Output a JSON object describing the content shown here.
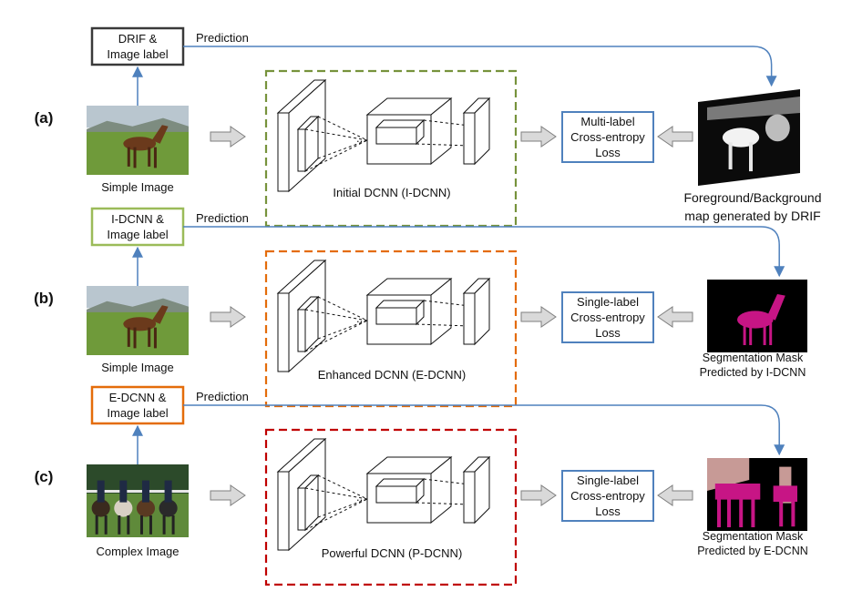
{
  "rows": [
    {
      "id": "a",
      "row_label": "(a)",
      "source_box": {
        "line1": "DRIF &",
        "line2": "Image label",
        "border_color": "#3a3a3a"
      },
      "prediction_label": "Prediction",
      "input_image_caption": "Simple Image",
      "network_label": "Initial DCNN (I-DCNN)",
      "network_border_color": "#77933c",
      "loss_box": {
        "line1": "Multi-label",
        "line2": "Cross-entropy",
        "line3": "Loss"
      },
      "output_caption_line1": "Foreground/Background",
      "output_caption_line2": "map generated by DRIF"
    },
    {
      "id": "b",
      "row_label": "(b)",
      "source_box": {
        "line1": "I-DCNN &",
        "line2": "Image label",
        "border_color": "#9bbb59"
      },
      "prediction_label": "Prediction",
      "input_image_caption": "Simple Image",
      "network_label": "Enhanced DCNN (E-DCNN)",
      "network_border_color": "#e46c0a",
      "loss_box": {
        "line1": "Single-label",
        "line2": "Cross-entropy",
        "line3": "Loss"
      },
      "output_caption_line1": "Segmentation Mask",
      "output_caption_line2": "Predicted by I-DCNN"
    },
    {
      "id": "c",
      "row_label": "(c)",
      "source_box": {
        "line1": "E-DCNN &",
        "line2": "Image label",
        "border_color": "#e46c0a"
      },
      "prediction_label": "Prediction",
      "input_image_caption": "Complex Image",
      "network_label": "Powerful DCNN (P-DCNN)",
      "network_border_color": "#c00000",
      "loss_box": {
        "line1": "Single-label",
        "line2": "Cross-entropy",
        "line3": "Loss"
      },
      "output_caption_line1": "Segmentation Mask",
      "output_caption_line2": "Predicted by E-DCNN"
    }
  ],
  "colors": {
    "arrow_blue": "#4f81bd",
    "loss_border": "#4f81bd",
    "block_arrow_fill": "#d9d9d9",
    "block_arrow_stroke": "#7f7f7f",
    "mask_magenta": "#c71585",
    "mask_pink_bg": "#c79a96"
  }
}
